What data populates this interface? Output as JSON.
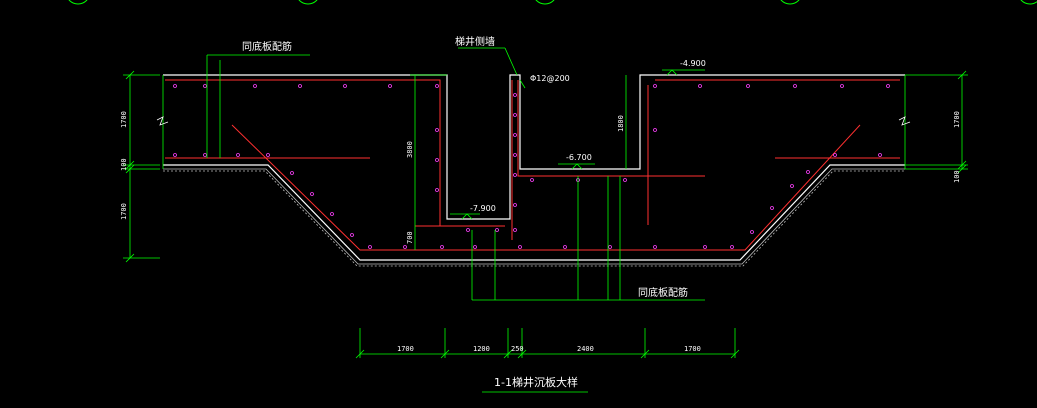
{
  "drawing_title": "1-1梯井沉板大样",
  "labels": {
    "slab_rebar_top": "同底板配筋",
    "slab_rebar_bottom": "同底板配筋",
    "pit_wall": "梯井侧墙",
    "wall_rebar": "Φ12@200"
  },
  "elevations": {
    "top_right": "-4.900",
    "shelf": "-6.700",
    "pit_bottom": "-7.900"
  },
  "dims_horizontal": [
    "1700",
    "1200",
    "250",
    "2400",
    "1700"
  ],
  "dims_vertical": {
    "left_slab": "1700",
    "left_gap": "100",
    "left_lower": "1700",
    "right_slab": "1700",
    "right_gap": "100",
    "wall_height": "3800",
    "right_shelf_height": "1800",
    "pit_slab": "700"
  },
  "colors": {
    "outline": "#ffffff",
    "rebar": "#ff3030",
    "dim": "#00ff00",
    "node": "#ff40ff"
  }
}
